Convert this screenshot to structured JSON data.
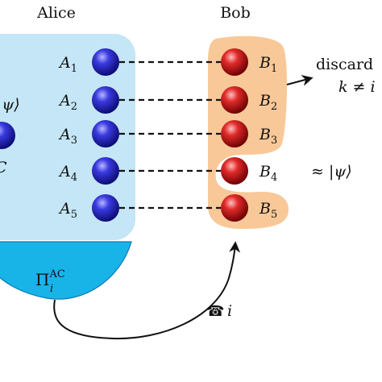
{
  "parties": {
    "alice": "Alice",
    "bob": "Bob"
  },
  "alice_qubits": [
    {
      "name": "A",
      "sub": "1"
    },
    {
      "name": "A",
      "sub": "2"
    },
    {
      "name": "A",
      "sub": "3"
    },
    {
      "name": "A",
      "sub": "4"
    },
    {
      "name": "A",
      "sub": "5"
    }
  ],
  "bob_qubits": [
    {
      "name": "B",
      "sub": "1"
    },
    {
      "name": "B",
      "sub": "2"
    },
    {
      "name": "B",
      "sub": "3"
    },
    {
      "name": "B",
      "sub": "4"
    },
    {
      "name": "B",
      "sub": "5"
    }
  ],
  "left_state": {
    "ket": "|ψ⟩",
    "label": "C"
  },
  "measurement": {
    "symbol": "Π",
    "sup": "AC",
    "sub": "i"
  },
  "discard": {
    "line1": "discard",
    "line2_var": "k",
    "line2_op": " ≠ ",
    "line2_rhs": "i"
  },
  "approx": {
    "op": "≈ ",
    "ket": "|ψ⟩"
  },
  "phone": {
    "icon": "☎",
    "var": "i"
  },
  "colors": {
    "alice_region": "#c4e6f6",
    "bob_region": "#f8c898",
    "measurement_fill": "#18b4e8",
    "alice_sphere": "#1b1bb0",
    "bob_sphere": "#c81414"
  }
}
